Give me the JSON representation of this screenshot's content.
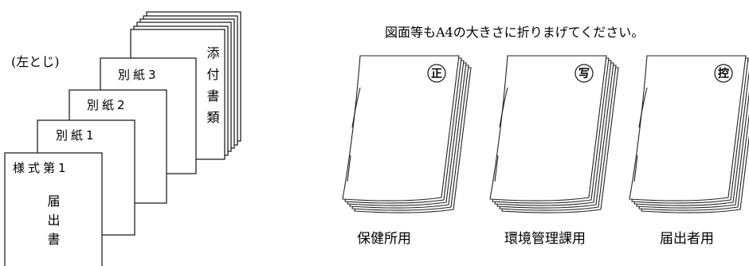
{
  "left_panel": {
    "binding_note": "(左とじ)",
    "sheets": [
      {
        "tab": "様式第1",
        "vertical_text": "届出書"
      },
      {
        "tab": "別紙1"
      },
      {
        "tab": "別紙2"
      },
      {
        "tab": "別紙3"
      },
      {
        "vertical_text": "添付書類"
      }
    ]
  },
  "right_panel": {
    "instruction": "図面等もA4の大きさに折りまげてください。",
    "copies": [
      {
        "stamp": "正",
        "caption": "保健所用"
      },
      {
        "stamp": "写",
        "caption": "環境管理課用"
      },
      {
        "stamp": "控",
        "caption": "届出者用"
      }
    ]
  }
}
